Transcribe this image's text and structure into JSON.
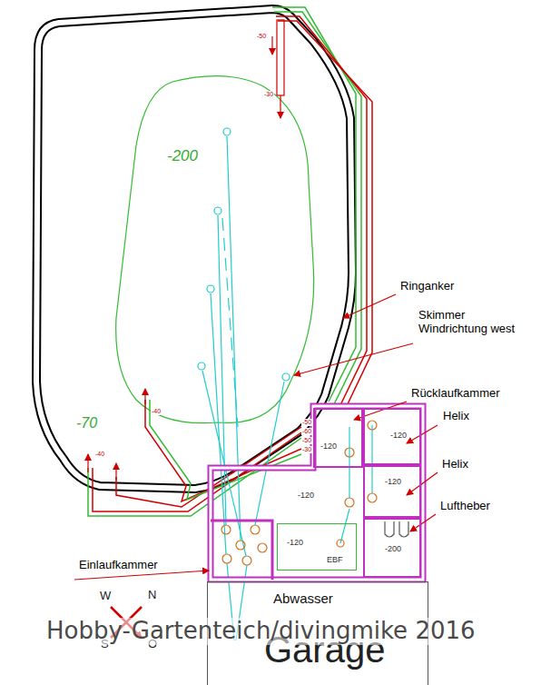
{
  "diagram": {
    "nodes": [
      {
        "text": [
          "-120"
        ]
      },
      {
        "text": [
          "-120"
        ]
      },
      {
        "text": [
          "-120"
        ]
      },
      {
        "text": [
          "-120"
        ]
      },
      {
        "text": [
          "-200"
        ]
      },
      {
        "text": [
          "-120",
          "EBF"
        ]
      },
      {
        "text": [
          "Abwasser",
          "Garage"
        ]
      }
    ],
    "labels": [
      "-200",
      "-70",
      "Ringanker",
      "Skimmer Windrichtung west",
      "Rücklaufkammer",
      "Helix",
      "Helix",
      "Luftheber",
      "Einlaufkammer",
      "W",
      "N",
      "S",
      "O",
      "Hobby-Gartenteich/divingmike 2016",
      "-50",
      "-30",
      "-50",
      "-60",
      "-50",
      "-30",
      "-40",
      "-40"
    ]
  }
}
